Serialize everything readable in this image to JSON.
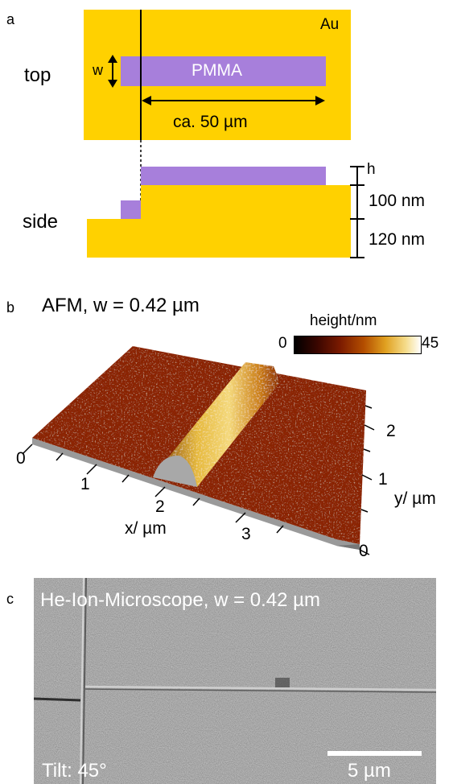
{
  "panel_a": {
    "letter": "a",
    "top_label": "top",
    "side_label": "side",
    "gold_label": "Au",
    "width_symbol": "w",
    "pmma_label": "PMMA",
    "length_label": "ca. 50 µm",
    "height_symbol": "h",
    "thickness_top": "100 nm",
    "thickness_bottom": "120 nm",
    "colors": {
      "gold": "#FFD100",
      "pmma": "#A77FDB"
    }
  },
  "panel_b": {
    "letter": "b",
    "title": "AFM, w = 0.42 µm",
    "colorbar": {
      "label": "height/nm",
      "min": "0",
      "max": "45"
    },
    "x_axis": {
      "label": "x/ µm",
      "ticks": [
        "0",
        "1",
        "2",
        "3"
      ]
    },
    "y_axis": {
      "label": "y/ µm",
      "ticks": [
        "0",
        "1",
        "2"
      ]
    }
  },
  "panel_c": {
    "letter": "c",
    "title": "He-Ion-Microscope, w = 0.42 µm",
    "tilt": "Tilt: 45°",
    "scalebar": "5 µm"
  }
}
